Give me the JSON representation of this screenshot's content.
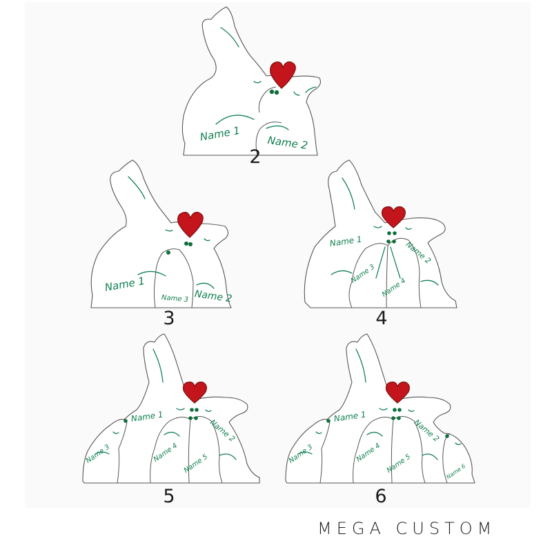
{
  "designs": [
    {
      "count_label": "2",
      "names": [
        "Name 1",
        "Name 2"
      ]
    },
    {
      "count_label": "3",
      "names": [
        "Name 1",
        "Name 2",
        "Name 3"
      ]
    },
    {
      "count_label": "4",
      "names": [
        "Name 1",
        "Name 2",
        "Name 3",
        "Name 4"
      ]
    },
    {
      "count_label": "5",
      "names": [
        "Name 1",
        "Name 2",
        "Name 3",
        "Name 4",
        "Name 5"
      ]
    },
    {
      "count_label": "6",
      "names": [
        "Name 1",
        "Name 2",
        "Name 3",
        "Name 4",
        "Name 5",
        "Name 6"
      ]
    }
  ],
  "brand": "MEGA CUSTOM",
  "colors": {
    "heart": "#c4141c",
    "name_text": "#10804f",
    "outline": "#555555",
    "panel": "#fafafa"
  },
  "icons": [
    "heart-icon",
    "rabbit-family-silhouette"
  ]
}
